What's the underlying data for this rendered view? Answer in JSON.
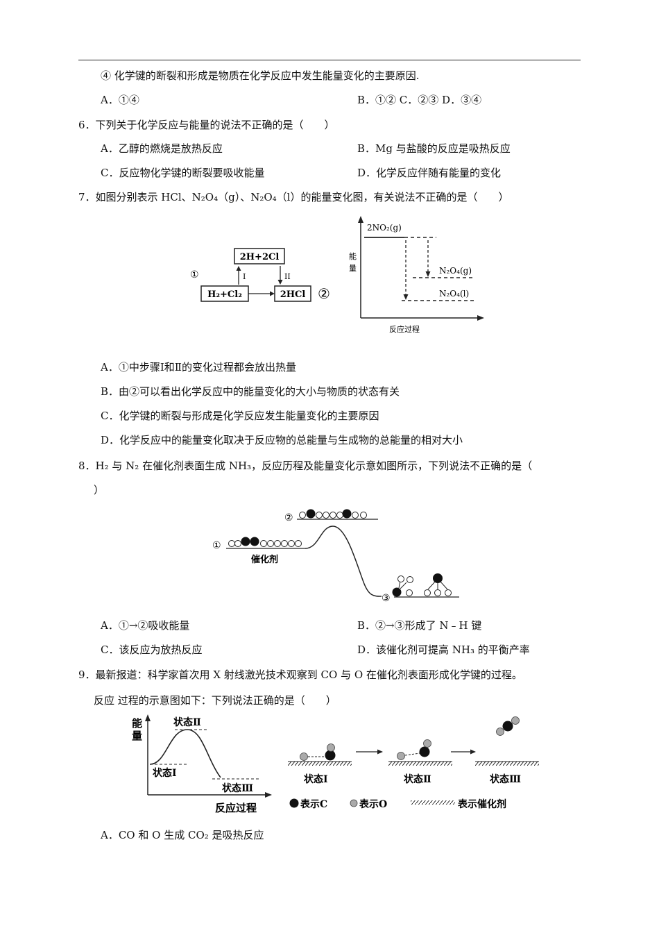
{
  "q5": {
    "stmt4": "④ 化学键的断裂和形成是物质在化学反应中发生能量变化的主要原因.",
    "optA": "A．①④",
    "optBCD": "B．①② C．②③ D．③④"
  },
  "q6": {
    "stem": "6．下列关于化学反应与能量的说法不正确的是（　　）",
    "optA": "A．乙醇的燃烧是放热反应",
    "optB": "B．Mg 与盐酸的反应是吸热反应",
    "optC": "C．反应物化学键的断裂要吸收能量",
    "optD": "D．化学反应伴随有能量的变化"
  },
  "q7": {
    "stem": "7．如图分别表示 HCl、N₂O₄（g）、N₂O₄（l）的能量变化图，有关说法不正确的是（　　）",
    "fig1": {
      "marker": "①",
      "top_box": "2H+2Cl",
      "left_box": "H₂+Cl₂",
      "right_box": "2HCl",
      "step1": "I",
      "step2": "II",
      "marker2": "②"
    },
    "fig2": {
      "ylabel1": "能",
      "ylabel2": "量",
      "level_top": "2NO₂(g)",
      "level_mid": "N₂O₄(g)",
      "level_low": "N₂O₄(l)",
      "xlabel": "反应过程"
    },
    "optA": "A．①中步骤Ⅰ和Ⅱ的变化过程都会放出热量",
    "optB": "B．由②可以看出化学反应中的能量变化的大小与物质的状态有关",
    "optC": "C．化学键的断裂与形成是化学反应发生能量变化的主要原因",
    "optD": "D．化学反应中的能量变化取决于反应物的总能量与生成物的总能量的相对大小"
  },
  "q8": {
    "stem1": "8．H₂ 与 N₂ 在催化剂表面生成 NH₃，反应历程及能量变化示意如图所示，下列说法不正确的是（",
    "stem2": "）",
    "fig": {
      "m1": "①",
      "m2": "②",
      "m3": "③",
      "catalyst": "催化剂"
    },
    "optA": "A．①→②吸收能量",
    "optB": "B．②→③形成了 N﹣H 键",
    "optC": "C．该反应为放热反应",
    "optD": "D．该催化剂可提高 NH₃ 的平衡产率"
  },
  "q9": {
    "stem1": "9．最新报道：科学家首次用  X 射线激光技术观察到  CO 与  O 在催化剂表面形成化学键的过程。",
    "stem2": "反应  过程的示意图如下：下列说法正确的是（　　）",
    "fig": {
      "ylabel1": "能",
      "ylabel2": "量",
      "state1": "状态Ⅰ",
      "state2": "状态Ⅱ",
      "state3": "状态Ⅲ",
      "xlabel": "反应过程",
      "legendC": "表示C",
      "legendO": "表示O",
      "legendCat": "表示催化剂"
    },
    "optA": "A．CO 和  O 生成  CO₂ 是吸热反应"
  }
}
